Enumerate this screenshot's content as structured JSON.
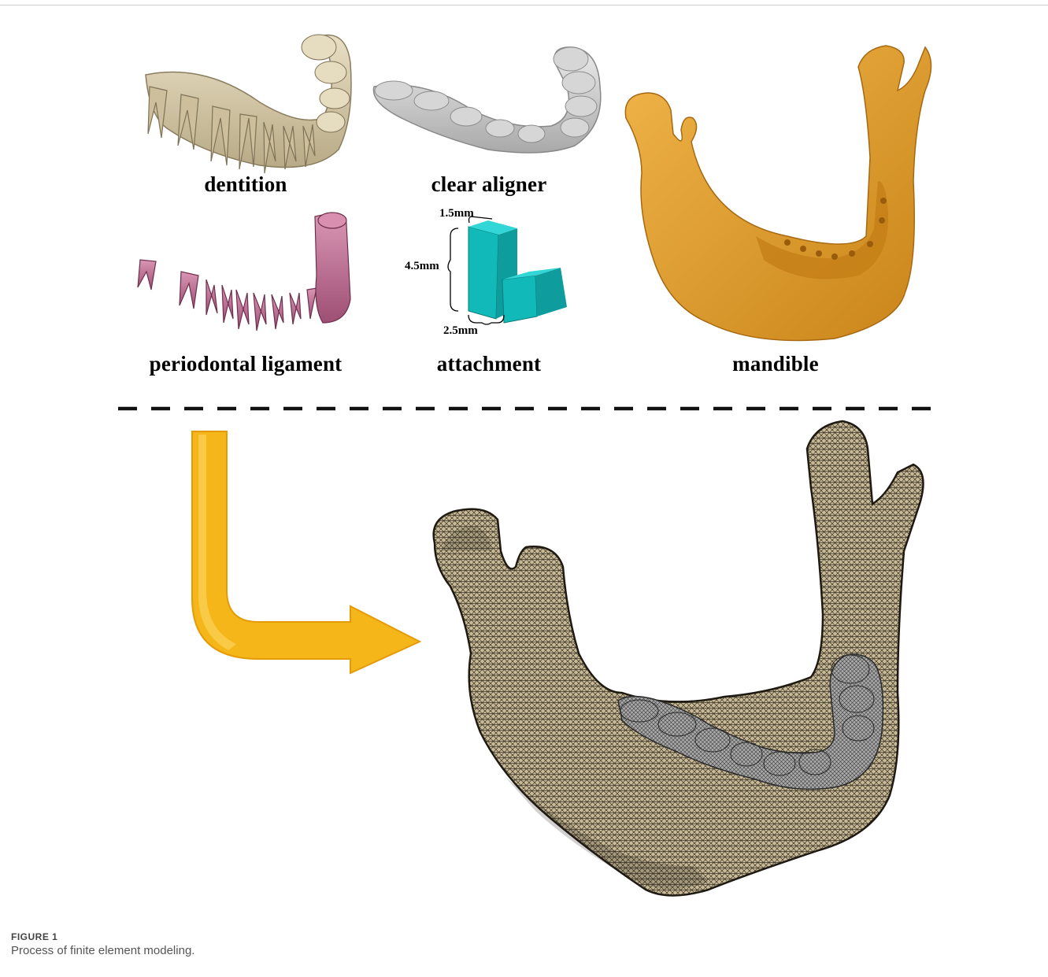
{
  "figure": {
    "panels": {
      "dentition": "dentition",
      "clear_aligner": "clear aligner",
      "periodontal_ligament": "periodontal ligament",
      "attachment": "attachment",
      "mandible": "mandible"
    },
    "attachment_dims": {
      "top": "1.5mm",
      "left": "4.5mm",
      "bottom": "2.5mm"
    },
    "colors": {
      "dentition": "#d8ccae",
      "aligner": "#cfcfcf",
      "ligament": "#c77ea0",
      "attachment": "#16c0c0",
      "mandible": "#e3a032",
      "mesh_bone": "#8c7f63",
      "mesh_teeth": "#8e8e8e",
      "arrow": "#f5b61a"
    }
  },
  "caption": {
    "label": "FIGURE 1",
    "text": "Process of finite element modeling."
  }
}
